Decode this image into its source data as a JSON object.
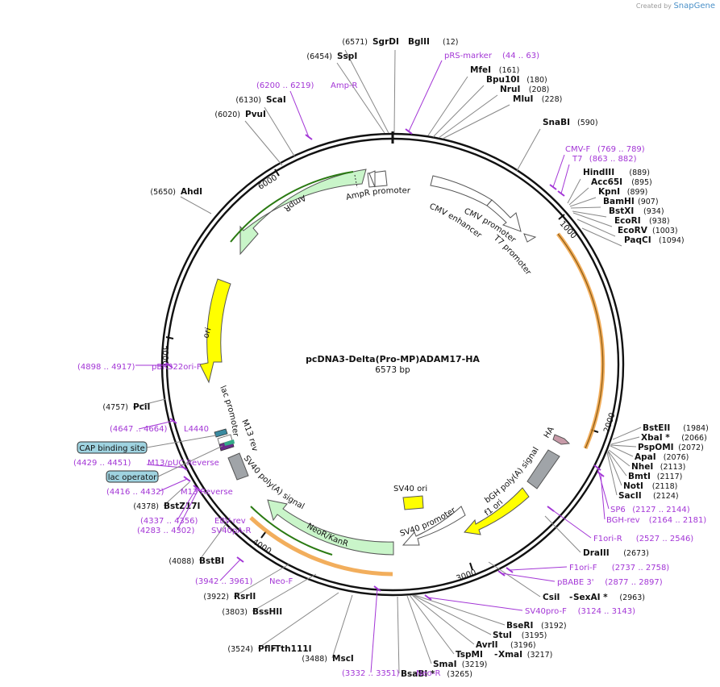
{
  "credit": {
    "prefix": "Created by",
    "brand": "SnapGene"
  },
  "plasmid": {
    "name": "pcDNA3-Delta(Pro-MP)ADAM17-HA",
    "size": "6573 bp"
  },
  "ticks": [
    "1000",
    "2000",
    "3000",
    "4000",
    "5000",
    "6000"
  ],
  "colors": {
    "backbone": "#111111",
    "enzyme": "#111111",
    "primer": "#a336d6",
    "callout_line": "#888888",
    "ampr": "#c9f5c9",
    "ori": "#ffff00",
    "promoter": "#ffffff",
    "terminator": "#a0a4a8",
    "highlight": "#f0a040"
  },
  "enzymes": [
    {
      "name": "SgrDI",
      "pos": "(6571)"
    },
    {
      "name": "BglII",
      "pos": "(12)"
    },
    {
      "name": "SspI",
      "pos": "(6454)"
    },
    {
      "name": "MfeI",
      "pos": "(161)"
    },
    {
      "name": "Bpu10I",
      "pos": "(180)"
    },
    {
      "name": "NruI",
      "pos": "(208)"
    },
    {
      "name": "MluI",
      "pos": "(228)"
    },
    {
      "name": "ScaI",
      "pos": "(6130)"
    },
    {
      "name": "PvuI",
      "pos": "(6020)"
    },
    {
      "name": "SnaBI",
      "pos": "(590)"
    },
    {
      "name": "HindIII",
      "pos": "(889)"
    },
    {
      "name": "Acc65I",
      "pos": "(895)"
    },
    {
      "name": "KpnI",
      "pos": "(899)"
    },
    {
      "name": "BamHI",
      "pos": "(907)"
    },
    {
      "name": "BstXI",
      "pos": "(934)"
    },
    {
      "name": "EcoRI",
      "pos": "(938)"
    },
    {
      "name": "EcoRV",
      "pos": "(1003)"
    },
    {
      "name": "PaqCI",
      "pos": "(1094)"
    },
    {
      "name": "AhdI",
      "pos": "(5650)"
    },
    {
      "name": "PciI",
      "pos": "(4757)"
    },
    {
      "name": "BstEII",
      "pos": "(1984)"
    },
    {
      "name": "XbaI *",
      "pos": "(2066)"
    },
    {
      "name": "PspOMI",
      "pos": "(2072)"
    },
    {
      "name": "ApaI",
      "pos": "(2076)"
    },
    {
      "name": "NheI",
      "pos": "(2113)"
    },
    {
      "name": "BmtI",
      "pos": "(2117)"
    },
    {
      "name": "NotI",
      "pos": "(2118)"
    },
    {
      "name": "SacII",
      "pos": "(2124)"
    },
    {
      "name": "BstZ17I",
      "pos": "(4378)"
    },
    {
      "name": "DraIII",
      "pos": "(2673)"
    },
    {
      "name": "BstBI",
      "pos": "(4088)"
    },
    {
      "name": "CsiI",
      "pos": ""
    },
    {
      "name": "SexAI *",
      "pos": "(2963)"
    },
    {
      "name": "RsrII",
      "pos": "(3922)"
    },
    {
      "name": "BssHII",
      "pos": "(3803)"
    },
    {
      "name": "BseRI",
      "pos": "(3192)"
    },
    {
      "name": "StuI",
      "pos": "(3195)"
    },
    {
      "name": "AvrII",
      "pos": "(3196)"
    },
    {
      "name": "TspMI",
      "pos": ""
    },
    {
      "name": "XmaI",
      "pos": "(3217)"
    },
    {
      "name": "SmaI",
      "pos": "(3219)"
    },
    {
      "name": "BsaBI *",
      "pos": "(3265)"
    },
    {
      "name": "PflFI",
      "pos": "(3524)"
    },
    {
      "name": "Tth111I",
      "pos": ""
    },
    {
      "name": "MscI",
      "pos": "(3488)"
    }
  ],
  "primers": [
    {
      "name": "pRS-marker",
      "range": "(44 .. 63)"
    },
    {
      "name": "Amp-R",
      "range": "(6200 .. 6219)"
    },
    {
      "name": "CMV-F",
      "range": "(769 .. 789)"
    },
    {
      "name": "T7",
      "range": "(863 .. 882)"
    },
    {
      "name": "pBR322ori-F",
      "range": "(4898 .. 4917)"
    },
    {
      "name": "L4440",
      "range": "(4647 .. 4664)"
    },
    {
      "name": "M13/pUC Reverse",
      "range": "(4429 .. 4451)"
    },
    {
      "name": "M13 Reverse",
      "range": "(4416 .. 4432)"
    },
    {
      "name": "EBV-rev",
      "range": "(4337 .. 4356)"
    },
    {
      "name": "SV40pA-R",
      "range": "(4283 .. 4302)"
    },
    {
      "name": "SP6",
      "range": "(2127 .. 2144)"
    },
    {
      "name": "BGH-rev",
      "range": "(2164 .. 2181)"
    },
    {
      "name": "F1ori-R",
      "range": "(2527 .. 2546)"
    },
    {
      "name": "F1ori-F",
      "range": "(2737 .. 2758)"
    },
    {
      "name": "pBABE 3'",
      "range": "(2877 .. 2897)"
    },
    {
      "name": "SV40pro-F",
      "range": "(3124 .. 3143)"
    },
    {
      "name": "Neo-F",
      "range": "(3942 .. 3961)"
    },
    {
      "name": "Neo-R",
      "range": "(3332 .. 3351)"
    }
  ],
  "boxed_features": [
    {
      "name": "CAP binding site"
    },
    {
      "name": "lac operator"
    }
  ],
  "features": {
    "ampr_promoter": "AmpR promoter",
    "ampr": "AmpR",
    "cmv_enhancer": "CMV enhancer",
    "cmv_promoter": "CMV promoter",
    "t7_promoter": "T7 promoter",
    "ori": "ori",
    "lac_promoter": "lac promoter",
    "m13_rev": "M13 rev",
    "sv40_polya": "SV40 poly(A) signal",
    "neor": "NeoR/KanR",
    "sv40_ori": "SV40 ori",
    "sv40_promoter": "SV40 promoter",
    "f1_ori": "f1 ori",
    "bgh_polya": "bGH poly(A) signal",
    "ha": "HA"
  }
}
